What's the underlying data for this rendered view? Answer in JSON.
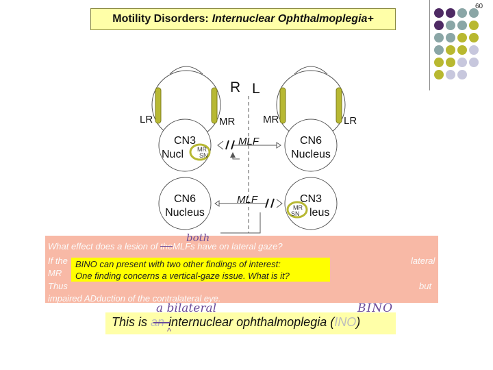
{
  "slide_number": "60",
  "title": {
    "plain": "Motility Disorders:",
    "italic": "Internuclear Ophthalmoplegia+"
  },
  "diagram": {
    "sides": {
      "right": "R",
      "left": "L"
    },
    "muscles": {
      "lr_left_eye": "LR",
      "mr_left_eye": "MR",
      "mr_right_eye": "MR",
      "lr_right_eye": "LR"
    },
    "nuclei": {
      "cn3_top": [
        "CN3",
        "Nucl"
      ],
      "cn6_top": [
        "CN6",
        "Nucleus"
      ],
      "cn6_bottom": [
        "CN6",
        "Nucleus"
      ],
      "cn3_bottom": [
        "CN3",
        "leus"
      ]
    },
    "mr_subnucleus": {
      "top": [
        "MR",
        "SN"
      ],
      "bottom": [
        "MR",
        "SN"
      ]
    },
    "mlf_label": "MLF"
  },
  "question": {
    "line1_pre": "What effect does ",
    "line1_bold": "a lesion of",
    "line1_strike": "the",
    "line1_bold2": "MLFs",
    "line1_post": "have on lateral gaze?",
    "line2_pre": "If the",
    "line2_post": "lateral",
    "line3": "MR",
    "line4_pre": "Thus",
    "line4_post": "but",
    "line5": "impaired ADduction of the contralateral eye."
  },
  "handwriting": {
    "both": "both",
    "a_bilateral": "a bilateral",
    "bino": "BINO",
    "caret": "^"
  },
  "bino_popup": {
    "line1": "BINO can present with two other findings of interest:",
    "line2": "One finding concerns a vertical-gaze issue. What is it?"
  },
  "conclusion": {
    "prefix": "This is",
    "struck": "an",
    "middle": "internuclear ophthalmoplegia (",
    "struck_abbr": "INO",
    "suffix": ")"
  },
  "colors": {
    "title_bg": "#ffffa8",
    "question_bg": "#f8b9a6",
    "popup_bg": "#ffff00",
    "muscle_fill": "#b7b833",
    "handwriting": "#6b4c9a",
    "dot_purple": "#4e2a64",
    "dot_teal": "#8aa6a6",
    "dot_olive": "#b8b830",
    "dot_lavender": "#c7c7dd"
  }
}
